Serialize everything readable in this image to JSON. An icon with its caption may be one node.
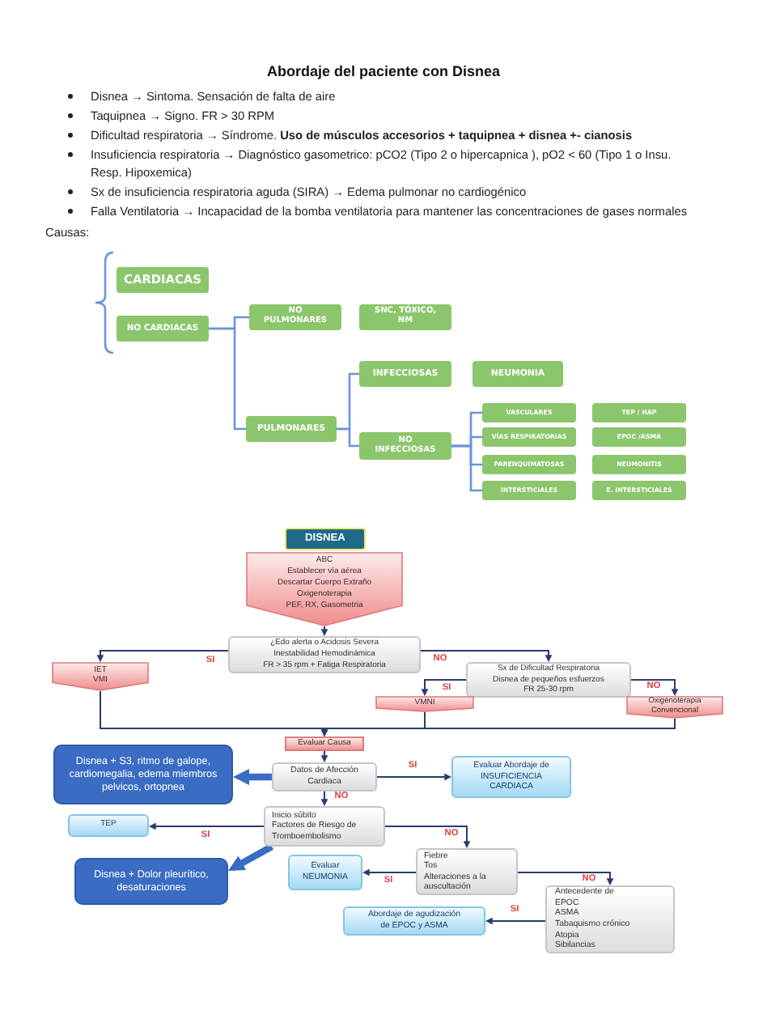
{
  "diagram": {
    "title": "Abordaje del paciente con Disnea",
    "nodes": [
      {
        "text": [
          "CARDIACAS"
        ]
      },
      {
        "text": [
          "NO CARDIACAS"
        ]
      },
      {
        "text": [
          "NO PULMONARES"
        ]
      },
      {
        "text": [
          "SNC, TÓXICO, NM"
        ]
      },
      {
        "text": [
          "PULMONARES"
        ]
      },
      {
        "text": [
          "INFECCIOSAS"
        ]
      },
      {
        "text": [
          "NEUMONIA"
        ]
      },
      {
        "text": [
          "NO INFECCIOSAS"
        ]
      },
      {
        "text": [
          "VASCULARES"
        ]
      },
      {
        "text": [
          "TEP / HAP"
        ]
      },
      {
        "text": [
          "VÍAS RESPIRATORIAS"
        ]
      },
      {
        "text": [
          "EPOC /ASMA"
        ]
      },
      {
        "text": [
          "PARENQUIMATOSAS"
        ]
      },
      {
        "text": [
          "NEUMONITIS"
        ]
      },
      {
        "text": [
          "INTERSTICIALES"
        ]
      },
      {
        "text": [
          "E. INTERSTICIALES"
        ]
      },
      {
        "text": [
          "DISNEA"
        ]
      },
      {
        "text": [
          "ABC",
          "Establecer vía aérea",
          "Descartar Cuerpo Extraño",
          "Oxigenoterapia",
          "PEF, RX, Gasometria"
        ]
      },
      {
        "text": [
          "¿Edo alerta o Acidosis Severa",
          "Inestabilidad Hemodinámica",
          "FR > 35 rpm + Fatiga Respiratoria"
        ]
      },
      {
        "text": [
          "IET",
          "VMI"
        ]
      },
      {
        "text": [
          "Sx de Dificultad Respiratoria",
          "Disnea de pequeños esfuerzos",
          "FR 25-30 rpm"
        ]
      },
      {
        "text": [
          "VMNI"
        ]
      },
      {
        "text": [
          "Oxigenoterapia Convencional"
        ]
      },
      {
        "text": [
          "Evaluar Causa"
        ]
      },
      {
        "text": [
          "Disnea + S3, ritmo de galope, cardiomegalia, edema miembros pelvicos, ortopnea"
        ]
      },
      {
        "text": [
          "Datos de Afección Cardiaca"
        ]
      },
      {
        "text": [
          "Evaluar Abordaje de INSUFICIENCIA CARDIACA"
        ]
      },
      {
        "text": [
          "TEP"
        ]
      },
      {
        "text": [
          "Inicio súbito",
          "Factores de Riesgo de Tromboembolismo"
        ]
      },
      {
        "text": [
          "Disnea + Dolor pleurítico, desaturaciones"
        ]
      },
      {
        "text": [
          "Evaluar NEUMONIA"
        ]
      },
      {
        "text": [
          "Fiebre",
          "Tos",
          "Alteraciones a la auscultación"
        ]
      },
      {
        "text": [
          "Antecedente de",
          "EPOC",
          "ASMA",
          "Tabaquismo crónico",
          "Atopia",
          "Sibilancias"
        ]
      },
      {
        "text": [
          "Abordaje de agudización de EPOC y ASMA"
        ]
      }
    ],
    "edges": [
      {
        "from": 1,
        "to": 2,
        "arrow": "none",
        "color": "#6a95d6"
      },
      {
        "from": 1,
        "to": 4,
        "arrow": "none",
        "color": "#6a95d6"
      },
      {
        "from": 4,
        "to": 5,
        "arrow": "none",
        "color": "#6a95d6"
      },
      {
        "from": 4,
        "to": 7,
        "arrow": "none",
        "color": "#6a95d6"
      },
      {
        "from": 7,
        "to": 8,
        "arrow": "none",
        "color": "#6a95d6"
      },
      {
        "from": 7,
        "to": 10,
        "arrow": "none",
        "color": "#6a95d6"
      },
      {
        "from": 7,
        "to": 12,
        "arrow": "none",
        "color": "#6a95d6"
      },
      {
        "from": 7,
        "to": 14,
        "arrow": "none",
        "color": "#6a95d6"
      },
      {
        "from": 17,
        "to": 18,
        "arrow": "to"
      },
      {
        "from": 18,
        "to": 19,
        "arrow": "to",
        "label": "SI"
      },
      {
        "from": 18,
        "to": 20,
        "arrow": "to",
        "label": "NO"
      },
      {
        "from": 20,
        "to": 21,
        "arrow": "to",
        "label": "SI"
      },
      {
        "from": 20,
        "to": 22,
        "arrow": "to",
        "label": "NO"
      },
      {
        "from": 19,
        "to": 23,
        "arrow": "to"
      },
      {
        "from": 21,
        "to": 23,
        "arrow": "to"
      },
      {
        "from": 22,
        "to": 23,
        "arrow": "to"
      },
      {
        "from": 23,
        "to": 25,
        "arrow": "to"
      },
      {
        "from": 25,
        "to": 26,
        "arrow": "to",
        "label": "SI"
      },
      {
        "from": 25,
        "to": 24,
        "arrow": "to",
        "style": "thick",
        "color": "#3a6cc3"
      },
      {
        "from": 25,
        "to": 28,
        "arrow": "to",
        "label": "NO"
      },
      {
        "from": 28,
        "to": 27,
        "arrow": "to",
        "label": "SI"
      },
      {
        "from": 28,
        "to": 29,
        "arrow": "to",
        "style": "thick",
        "color": "#3a6cc3"
      },
      {
        "from": 28,
        "to": 31,
        "arrow": "to",
        "label": "NO"
      },
      {
        "from": 31,
        "to": 30,
        "arrow": "to",
        "label": "SI"
      },
      {
        "from": 31,
        "to": 32,
        "arrow": "to",
        "label": "NO"
      },
      {
        "from": 32,
        "to": 33,
        "arrow": "to",
        "label": "SI"
      }
    ],
    "labels": [
      "Disnea → Sintoma. Sensación de falta de aire",
      "Taquipnea → Signo. FR > 30 RPM",
      "Dificultad respiratoria → Síndrome. **Uso de músculos accesorios + taquipnea + disnea +- cianosis**",
      "Insuficiencia respiratoria → Diagnóstico gasometrico: pCO2 (Tipo 2 o hipercapnica ), pO2 < 60 (Tipo 1 o Insu. Resp. Hipoxemica)",
      "Sx de insuficiencia respiratoria aguda (SIRA) → Edema pulmonar no cardiogénico",
      "Falla Ventilatoria → Incapacidad de la bomba ventilatoria para mantener las concentraciones de gases normales",
      "Causas:"
    ]
  }
}
